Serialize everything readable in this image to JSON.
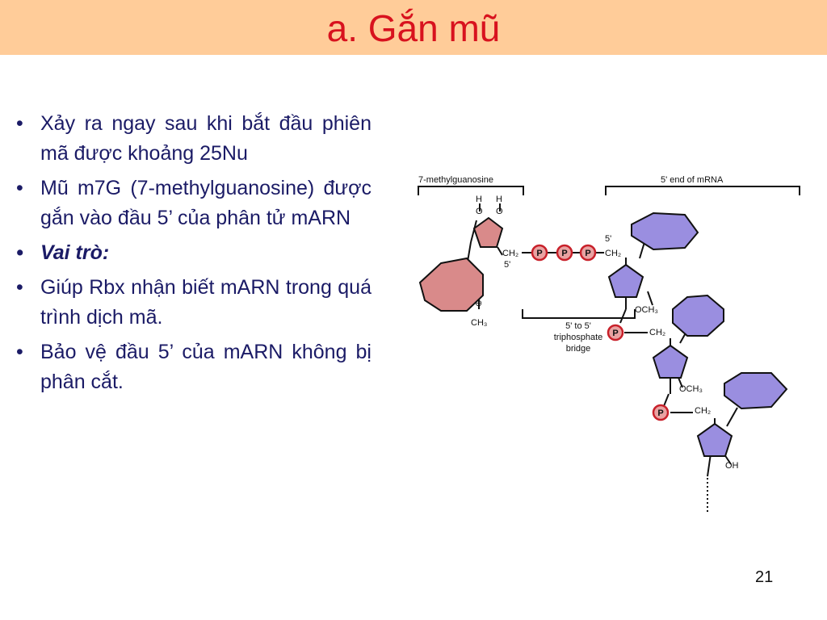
{
  "title": "a. Gắn mũ",
  "bullets": [
    "Xảy ra ngay sau khi bắt đầu phiên mã được khoảng 25Nu",
    "Mũ m7G (7-methylguanosine) được gắn vào đầu 5’ của phân tử mARN",
    "Vai trò:",
    "Giúp Rbx nhận biết mARN trong quá trình dịch mã.",
    "Bảo vệ đầu 5’ của mARN không bị phân cắt."
  ],
  "diagram": {
    "label_methylguanosine": "7-methylguanosine",
    "label_five_end": "5' end of mRNA",
    "label_h1": "H",
    "label_h2": "H",
    "label_o1": "O",
    "label_o2": "O",
    "label_ch2_cap": "CH₂",
    "label_five_prime_cap": "5'",
    "label_plus": "⊕",
    "label_ch3": "CH₃",
    "phosphate": "P",
    "label_five_prime_mrna": "5'",
    "label_ch2_1": "CH₂",
    "label_och3_1": "OCH₃",
    "label_ch2_2": "CH₂",
    "label_och3_2": "OCH₃",
    "label_ch2_3": "CH₂",
    "label_oh": "OH",
    "bridge_line1": "5' to 5'",
    "bridge_line2": "triphosphate",
    "bridge_line3": "bridge",
    "colors": {
      "cap": "#d98a8a",
      "nucleotide": "#9a8ee0",
      "phosphate": "#e9a2a2",
      "phosphate_outline": "#c8202a"
    }
  },
  "slide_number": "21"
}
